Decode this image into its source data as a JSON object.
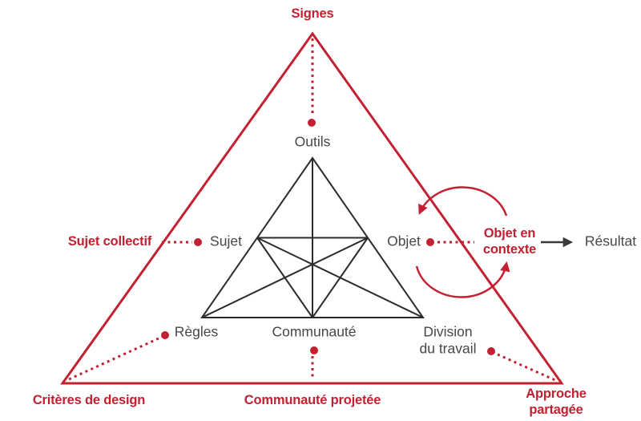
{
  "palette": {
    "red": "#c32032",
    "gray_text": "#47464a",
    "dark_line": "#2b2a2c",
    "arrow_dark": "#39383b",
    "background": "#ffffff"
  },
  "inner_triangle": {
    "outils": "Outils",
    "sujet": "Sujet",
    "objet": "Objet",
    "regles": "Règles",
    "communaute": "Communauté",
    "division_du_travail": "Division\ndu travail"
  },
  "outer_triangle": {
    "signes": "Signes",
    "sujet_collectif": "Sujet collectif",
    "objet_en_contexte": "Objet en\ncontexte",
    "resultat": "Résultat",
    "criteres_de_design": "Critères de design",
    "communaute_projetee": "Communauté projetée",
    "approche_partagee": "Approche partagée"
  }
}
